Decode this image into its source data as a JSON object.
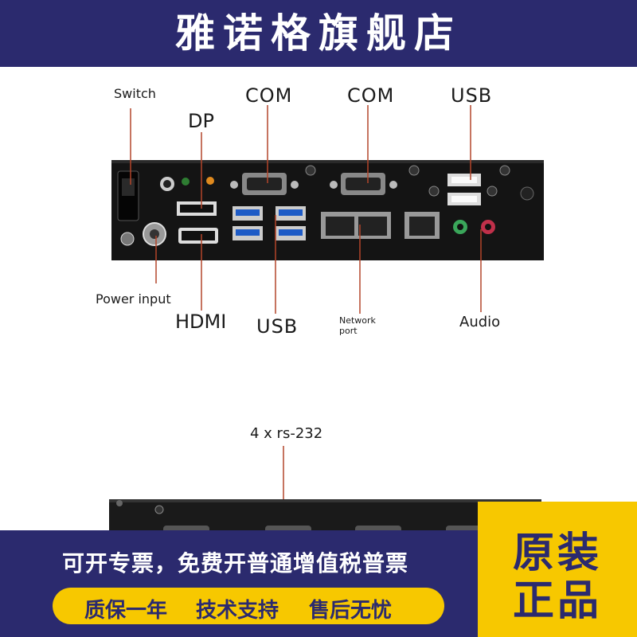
{
  "header": {
    "title": "雅诺格旗舰店"
  },
  "ports": {
    "switch": "Switch",
    "dp": "DP",
    "com_left": "COM",
    "com_right": "COM",
    "usb_top": "USB",
    "power_input": "Power input",
    "hdmi": "HDMI",
    "usb_bottom": "USB",
    "network_port": "Network port",
    "audio": "Audio"
  },
  "rear_panel": {
    "label": "4 x rs-232"
  },
  "promo": {
    "invoice_text": "可开专票，免费开普通增值税普票",
    "features": [
      "质保一年",
      "技术支持",
      "售后无忧"
    ]
  },
  "badge": {
    "line1": "原装",
    "line2": "正品"
  },
  "colors": {
    "navy": "#2b2a6e",
    "yellow": "#f7c800",
    "callout": "#b3452a",
    "panel": "#141414"
  }
}
